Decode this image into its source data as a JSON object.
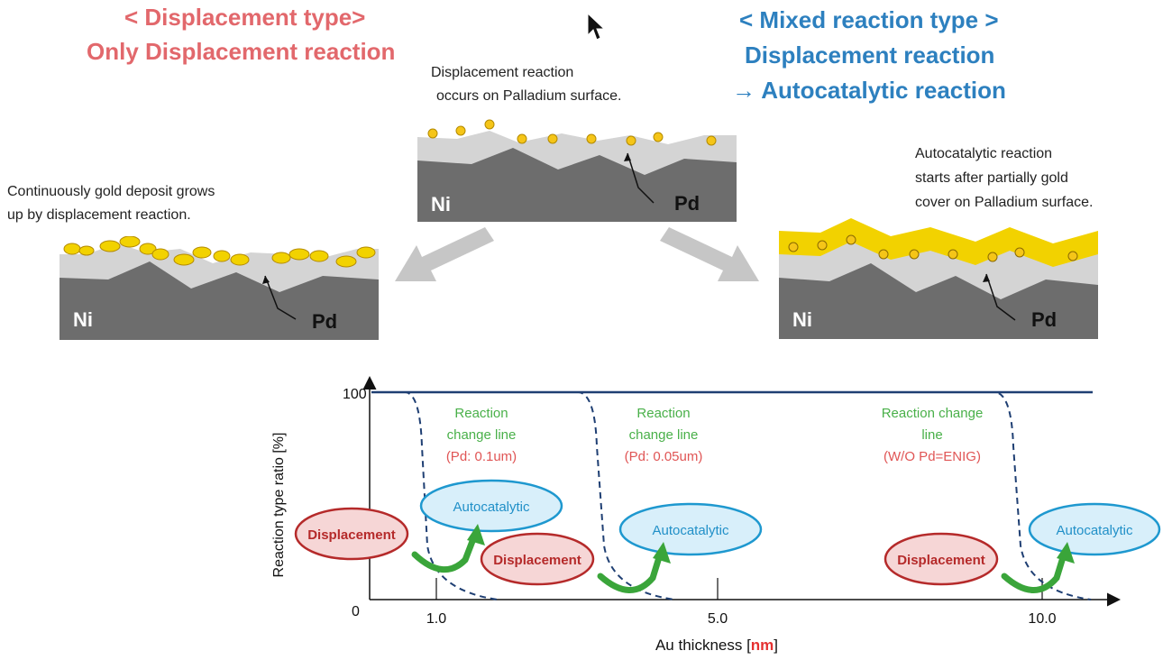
{
  "left_title": {
    "line1": "< Displacement type>",
    "line2": "Only Displacement reaction"
  },
  "right_title": {
    "line1": "< Mixed reaction type >",
    "line2": "Displacement reaction",
    "line3": "→ Autocatalytic reaction"
  },
  "notes": {
    "center": [
      "Displacement reaction",
      "occurs on Palladium surface."
    ],
    "left": [
      "Continuously gold deposit grows",
      "up by displacement reaction."
    ],
    "right": [
      "Autocatalytic reaction",
      "starts after partially gold",
      "cover on Palladium surface."
    ]
  },
  "layers": {
    "ni": "Ni",
    "pd": "Pd"
  },
  "colors": {
    "nickel": "#6d6d6d",
    "palladium": "#d4d4d4",
    "gold": "#f2d200",
    "gold_particle_fill": "#f5c518",
    "title_red": "#e2686c",
    "title_blue": "#2d80bf",
    "curve_navy": "#1f3f73",
    "green": "#3aa53a",
    "arrow_gray": "#c6c6c6"
  },
  "chart": {
    "ylabel": "Reaction type ratio [%]",
    "xlabel_prefix": "Au thickness [",
    "xlabel_unit": "nm",
    "xlabel_suffix": "]",
    "y_tick": "100",
    "origin": "0",
    "x_ticks": [
      "1.0",
      "5.0",
      "10.0"
    ],
    "reaction_lines": [
      {
        "lines": [
          "Reaction",
          "change line"
        ],
        "detail": "(Pd: 0.1um)"
      },
      {
        "lines": [
          "Reaction",
          "change line"
        ],
        "detail": "(Pd: 0.05um)"
      },
      {
        "lines": [
          "Reaction change",
          "line"
        ],
        "detail": "(W/O Pd=ENIG)"
      }
    ],
    "displacement_label": "Displacement",
    "autocatalytic_label": "Autocatalytic"
  }
}
